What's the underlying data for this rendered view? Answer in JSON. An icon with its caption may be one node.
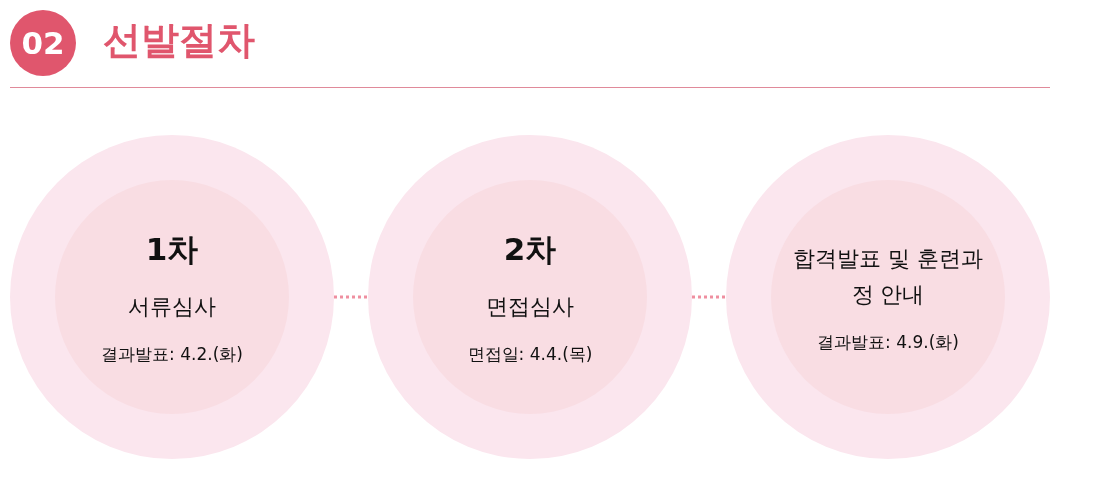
{
  "diagram": {
    "title": "선발절차",
    "nodes": [
      {
        "text": [],
        "shape": "circle"
      },
      {
        "text": [
          "1차",
          "서류심사",
          "결과발표: 4.2.(화)"
        ],
        "in": 0
      },
      {
        "text": [],
        "shape": "circle"
      },
      {
        "text": [
          "2차",
          "면접심사",
          "면접일: 4.4.(목)"
        ],
        "in": 2
      },
      {
        "text": [],
        "shape": "circle"
      },
      {
        "text": [
          "합격발표 및 훈련과정 안내",
          "결과발표: 4.9.(화)"
        ],
        "in": 4
      }
    ],
    "edges": [
      {
        "from": 0,
        "to": 2,
        "arrow": "none"
      },
      {
        "from": 2,
        "to": 4,
        "arrow": "none"
      }
    ],
    "labels": [
      "02"
    ]
  }
}
